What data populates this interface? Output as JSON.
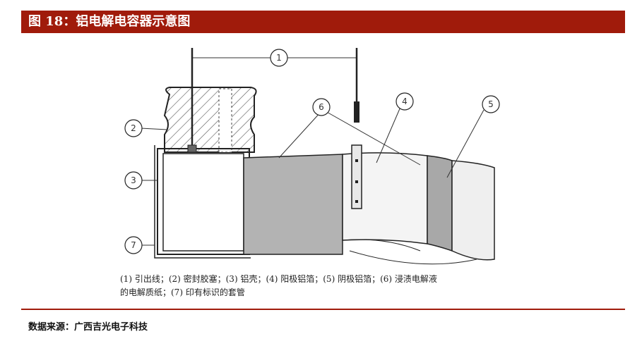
{
  "header": {
    "title": "图 18：铝电解电容器示意图"
  },
  "diagram": {
    "callouts": [
      "1",
      "2",
      "3",
      "4",
      "5",
      "6",
      "7"
    ]
  },
  "caption": {
    "line1": "(1) 引出线；(2) 密封胶塞；(3) 铝壳；(4) 阳极铝箔；(5) 阴极铝箔；(6) 浸渍电解液",
    "line2": "的电解质纸；(7) 印有标识的套管"
  },
  "source": {
    "text": "数据来源：广西吉光电子科技"
  }
}
